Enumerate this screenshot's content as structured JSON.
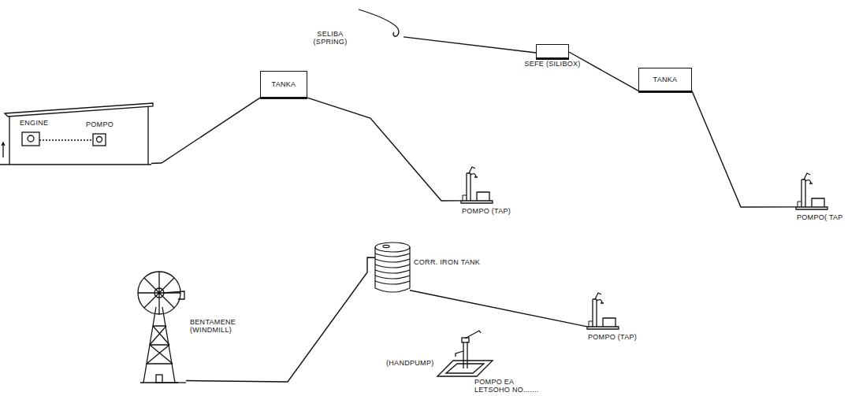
{
  "diagram": {
    "nodes": [
      {
        "text": [
          "SELIBA (SPRING)"
        ]
      },
      {
        "text": [
          "SEFE (SILIBOX)"
        ]
      },
      {
        "text": [
          "TANKA"
        ]
      },
      {
        "text": [
          "POMPO( TAP"
        ]
      },
      {
        "text": [
          "ENGINE",
          "POMPO"
        ]
      },
      {
        "text": [
          "TANKA"
        ]
      },
      {
        "text": [
          "POMPO (TAP)"
        ]
      },
      {
        "text": [
          "BENTAMENE (WINDMILL)"
        ]
      },
      {
        "text": [
          "CORR. IRON TANK"
        ]
      },
      {
        "text": [
          "POMPO (TAP)"
        ]
      },
      {
        "text": [
          "(HANDPUMP)",
          "POMPO EA LETSOHO NO......."
        ]
      }
    ],
    "edges": [
      {
        "from": 0,
        "to": 1,
        "arrow": "none"
      },
      {
        "from": 1,
        "to": 2,
        "arrow": "none"
      },
      {
        "from": 2,
        "to": 3,
        "arrow": "none"
      },
      {
        "from": 4,
        "to": 5,
        "arrow": "none"
      },
      {
        "from": 5,
        "to": 6,
        "arrow": "none"
      },
      {
        "from": 7,
        "to": 8,
        "arrow": "none"
      },
      {
        "from": 8,
        "to": 9,
        "arrow": "none"
      }
    ]
  }
}
